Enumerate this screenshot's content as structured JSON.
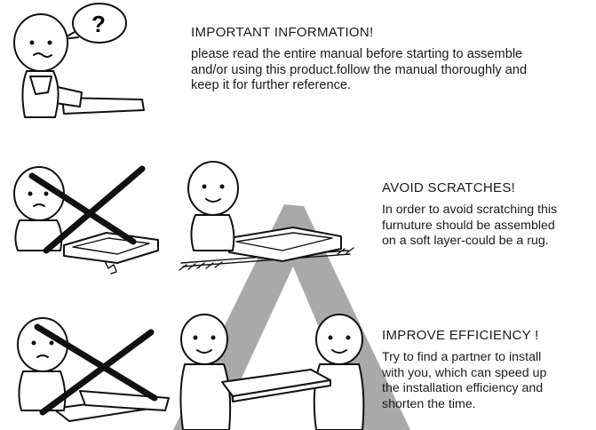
{
  "sections": [
    {
      "heading": "IMPORTANT INFORMATION!",
      "lines": [
        "please read the entire manual before starting to  assemble",
        "and/or using this product.follow the manual thoroughly and",
        "keep it for further reference."
      ]
    },
    {
      "heading": "AVOID SCRATCHES!",
      "lines": [
        "In order to avoid scratching this",
        "furnuture should be assembled",
        "on a soft layer-could be a rug."
      ]
    },
    {
      "heading": "IMPROVE EFFICIENCY !",
      "lines": [
        "Try to find a partner to install",
        "with you, which can speed up",
        "the installation efficiency and",
        "shorten the time."
      ]
    }
  ],
  "bubble_symbol": "?",
  "icons": [
    "thinking-figure-icon",
    "wrong-way-figure-icon",
    "right-way-figure-icon",
    "wrong-alone-figure-icon",
    "two-person-figure-icon",
    "watermark-triangle-icon"
  ]
}
